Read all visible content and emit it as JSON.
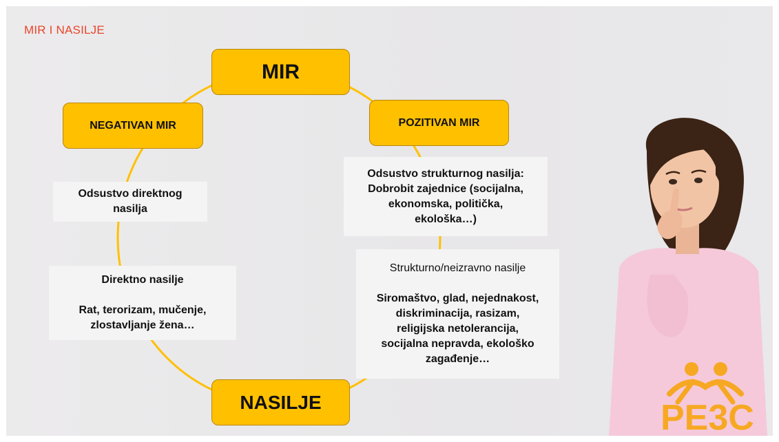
{
  "slide": {
    "title": "MIR I NASILJE"
  },
  "diagram": {
    "top_node": "MIR",
    "bottom_node": "NASILJE",
    "left_node": "NEGATIVAN MIR",
    "right_node": "POZITIVAN MIR",
    "left_upper_box": {
      "line1": "Odsustvo direktnog",
      "line2": "nasilja"
    },
    "left_lower_box": {
      "heading": "Direktno nasilje",
      "line1": "Rat, terorizam, mučenje,",
      "line2": "zlostavljanje žena…"
    },
    "right_upper_box": {
      "line1": "Odsustvo strukturnog nasilja:",
      "line2": "Dobrobit zajednice (socijalna,",
      "line3": "ekonomska, politička,",
      "line4": "ekološka…)"
    },
    "right_lower_box": {
      "heading": "Strukturno/neizravno nasilje",
      "line1": "Siromaštvo, glad, nejednakost,",
      "line2": "diskriminacija, rasizam,",
      "line3": "religijska netolerancija,",
      "line4": "socijalna nepravda, ekološko",
      "line5": "zagađenje…"
    }
  },
  "logo": {
    "text": "PE3C",
    "color": "#f7a823"
  },
  "colors": {
    "title": "#e8452a",
    "node_fill": "#ffc000",
    "circle_line": "#ffc000"
  }
}
